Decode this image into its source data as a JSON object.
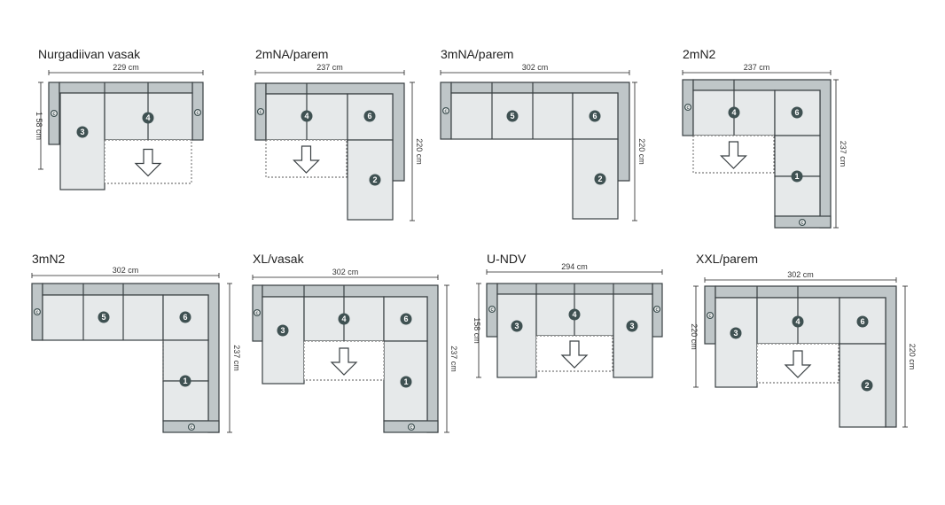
{
  "colors": {
    "seat_fill": "#e6e9ea",
    "frame_fill": "#bfc6c8",
    "outline": "#3a4043",
    "badge_fill": "#3f5152",
    "dotted": "#555555",
    "dim_line": "#222222"
  },
  "icons": {
    "bed_arrow": "down-arrow-icon",
    "connector": "c-clip-icon"
  },
  "diagrams": [
    {
      "id": "nurgadiivan-vasak",
      "title": "Nurgadiivan vasak",
      "width_label": "229 cm",
      "height_label": "1 58 cm",
      "badges": [
        "3",
        "4"
      ],
      "c_marks": [
        "c",
        "c"
      ]
    },
    {
      "id": "2mna-parem",
      "title": "2mNA/parem",
      "width_label": "237 cm",
      "height_label": "220 cm",
      "badges": [
        "4",
        "6",
        "2"
      ],
      "c_marks": [
        "c"
      ]
    },
    {
      "id": "3mna-parem",
      "title": "3mNA/parem",
      "width_label": "302 cm",
      "height_label": "220 cm",
      "badges": [
        "5",
        "6",
        "2"
      ],
      "c_marks": [
        "c"
      ]
    },
    {
      "id": "2mn2",
      "title": "2mN2",
      "width_label": "237 cm",
      "height_label": "237 cm",
      "badges": [
        "4",
        "6",
        "1"
      ],
      "c_marks": [
        "c",
        "c"
      ]
    },
    {
      "id": "3mn2",
      "title": "3mN2",
      "width_label": "302 cm",
      "height_label": "237 cm",
      "badges": [
        "5",
        "6",
        "1"
      ],
      "c_marks": [
        "c",
        "c"
      ]
    },
    {
      "id": "xl-vasak",
      "title": "XL/vasak",
      "width_label": "302 cm",
      "height_label": "237 cm",
      "badges": [
        "3",
        "4",
        "6",
        "1"
      ],
      "c_marks": [
        "c",
        "c"
      ]
    },
    {
      "id": "u-ndv",
      "title": "U-NDV",
      "width_label": "294 cm",
      "height_label": "158 cm",
      "badges": [
        "3",
        "4",
        "3"
      ],
      "c_marks": [
        "c",
        "c"
      ]
    },
    {
      "id": "xxl-parem",
      "title": "XXL/parem",
      "width_label": "302 cm",
      "height_label": "220 cm",
      "badges": [
        "3",
        "4",
        "6",
        "2"
      ],
      "c_marks": [
        "c"
      ]
    }
  ]
}
